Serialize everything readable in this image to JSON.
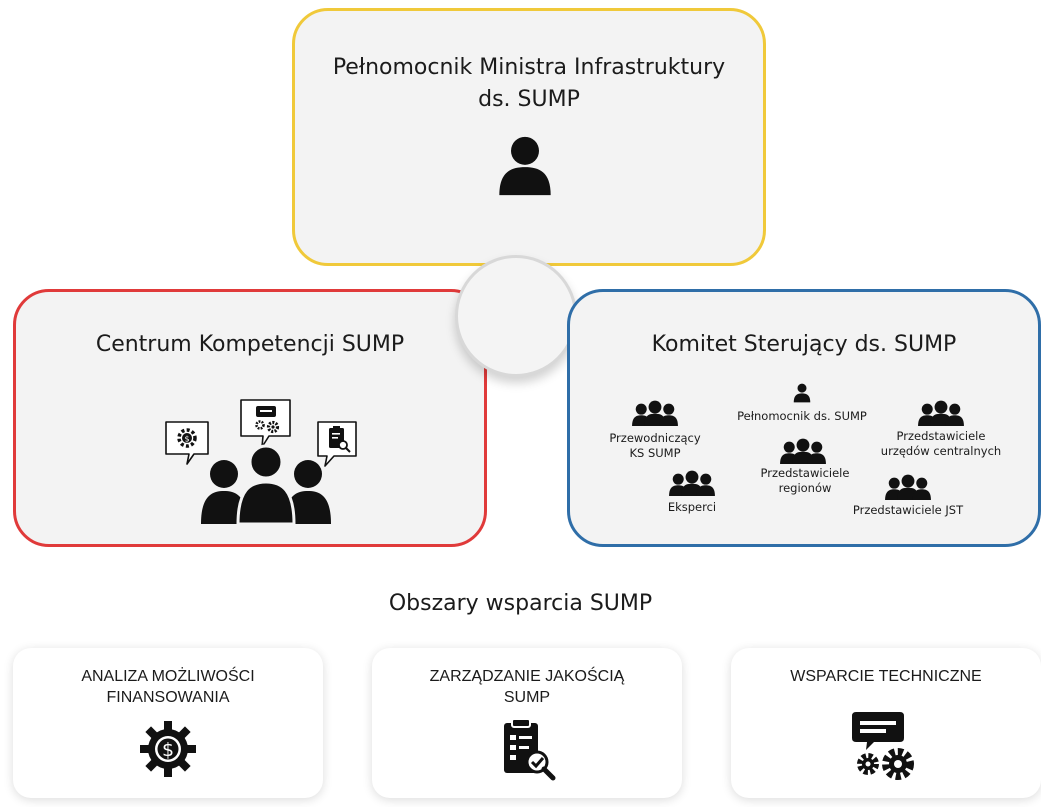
{
  "top_box": {
    "title_line1": "Pełnomocnik Ministra Infrastruktury",
    "title_line2": "ds. SUMP",
    "icon": "person-icon",
    "border_color": "#f0c93a"
  },
  "left_box": {
    "title": "Centrum Kompetencji SUMP",
    "icon": "team-with-speech-bubbles-icon",
    "border_color": "#e03a3a"
  },
  "right_box": {
    "title": "Komitet Sterujący ds. SUMP",
    "border_color": "#2f6ea8",
    "members": {
      "chair_line1": "Przewodniczący",
      "chair_line2": "KS SUMP",
      "plenipotentiary": "Pełnomocnik ds. SUMP",
      "central_line1": "Przedstawiciele",
      "central_line2": "urzędów centralnych",
      "regions_line1": "Przedstawiciele",
      "regions_line2": "regionów",
      "experts": "Eksperci",
      "jst": "Przedstawiciele JST"
    }
  },
  "section_heading": "Obszary wsparcia SUMP",
  "support_areas": [
    {
      "line1": "ANALIZA MOŻLIWOŚCI",
      "line2": "FINANSOWANIA",
      "icon": "dollar-gear-icon"
    },
    {
      "line1": "ZARZĄDZANIE JAKOŚCIĄ",
      "line2": "SUMP",
      "icon": "clipboard-check-icon"
    },
    {
      "line1": "WSPARCIE TECHNICZNE",
      "line2": "",
      "icon": "chat-gears-icon"
    }
  ]
}
